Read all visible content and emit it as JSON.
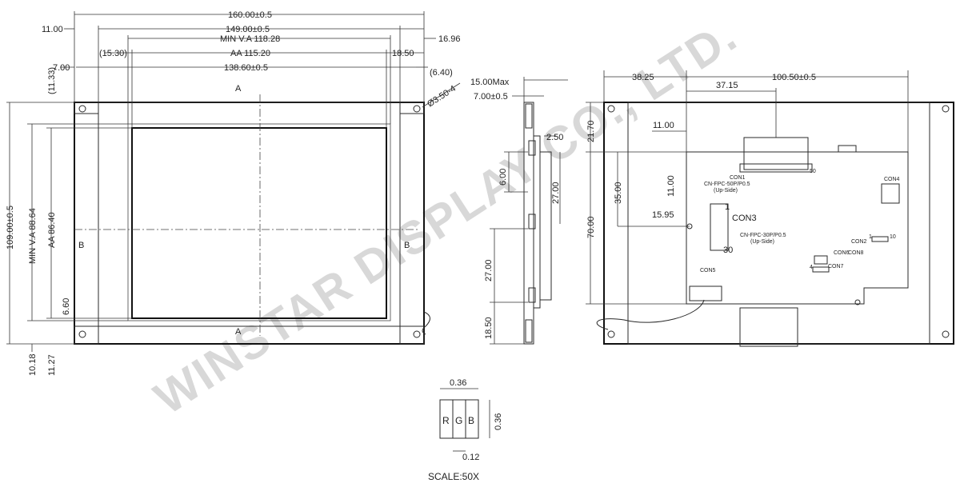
{
  "watermark": "WINSTAR DISPLAY CO., LTD.",
  "front_view": {
    "dims_top": [
      "160.00±0.5",
      "149.00±0.5",
      "MIN V.A 118.28",
      "AA 115.20",
      "138.60±0.5"
    ],
    "dims_left": [
      "11.00",
      "(15.30)",
      "7.00",
      "(11.33)"
    ],
    "dims_right": [
      "16.96",
      "18.50",
      "(6.40)",
      "Ø3.50-4"
    ],
    "dims_vertical": [
      "109.00±0.5",
      "MIN V.A 88.64",
      "AA 86.40",
      "6.60"
    ],
    "dims_bottom": [
      "10.18",
      "11.27"
    ],
    "section_labels": {
      "a_top": "A",
      "a_bottom": "A",
      "b_left": "B",
      "b_right": "B"
    }
  },
  "side_view": {
    "dims": [
      "15.00Max",
      "7.00±0.5",
      "2.50",
      "6.00",
      "27.00",
      "27.00",
      "18.50"
    ]
  },
  "back_view": {
    "dims": [
      "38.25",
      "100.50±0.5",
      "37.15",
      "21.70",
      "11.00",
      "11.00",
      "35.00",
      "70.00",
      "15.95"
    ],
    "connectors": {
      "con1_ref": "CON1",
      "con1": "CN-FPC-50P/P0.5",
      "con1_side": "(Up-Side)",
      "con1_pin": "50",
      "con3_pin1": "1",
      "con3": "CON3",
      "con3_part": "CN-FPC-30P/P0.5",
      "con3_side": "(Up-Side)",
      "con3_pin30": "30",
      "con5": "CON5",
      "con4": "CON4",
      "con2": "CON2",
      "con6": "CON6",
      "con7": "CON7",
      "con8": "CON8",
      "pin_label_1": "1",
      "pin_label_10": "10",
      "pin_label_4": "4"
    }
  },
  "pixel_detail": {
    "pixel_letters": [
      "R",
      "G",
      "B"
    ],
    "dims": [
      "0.36",
      "0.36",
      "0.12"
    ],
    "scale": "SCALE:50X"
  }
}
